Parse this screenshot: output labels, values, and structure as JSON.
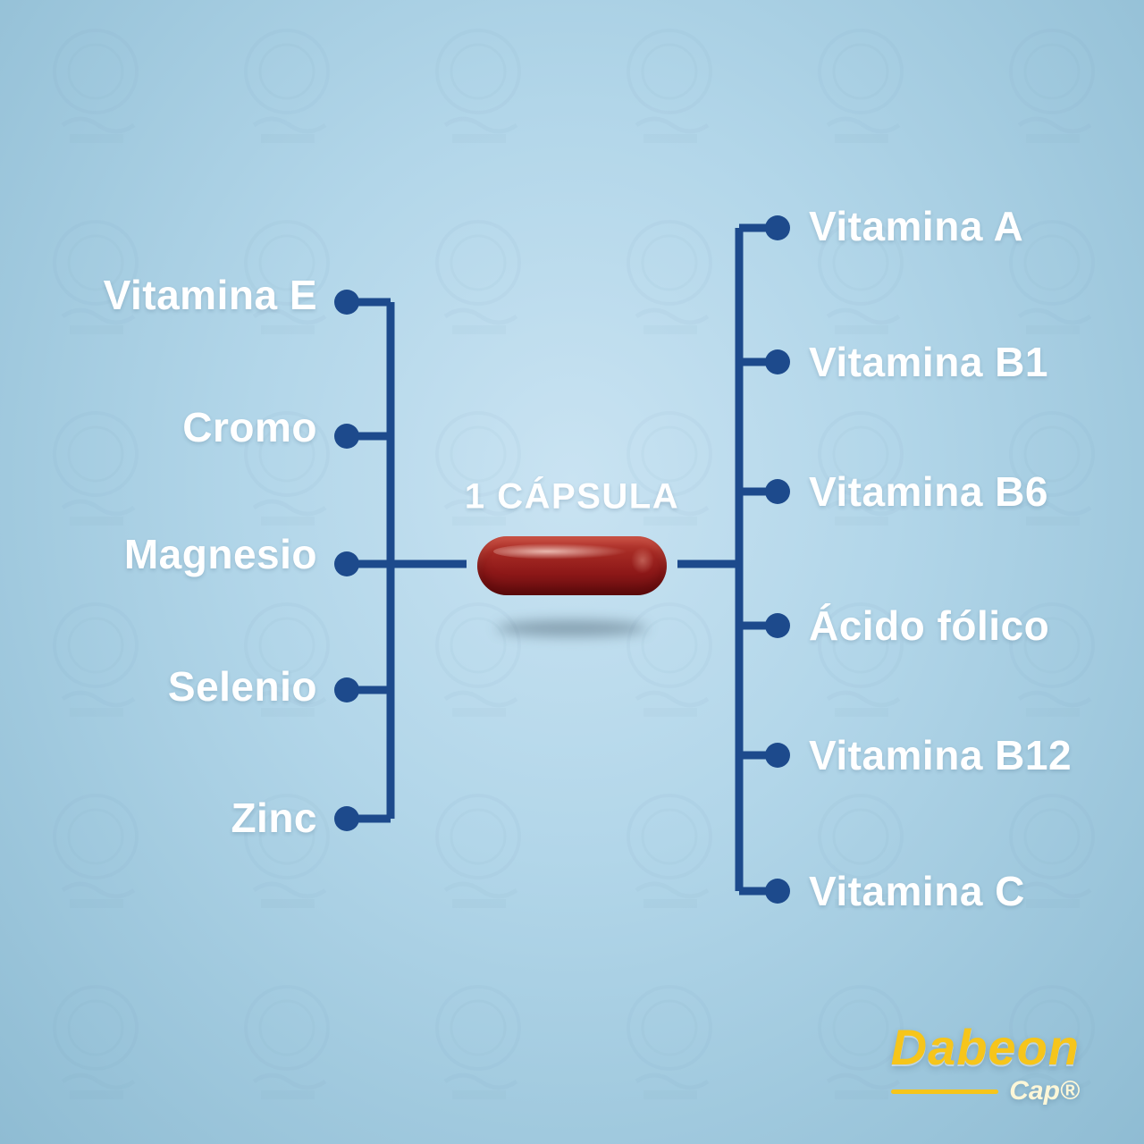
{
  "title": "1 CÁPSULA",
  "left_items": [
    {
      "label": "Vitamina E"
    },
    {
      "label": "Cromo"
    },
    {
      "label": "Magnesio"
    },
    {
      "label": "Selenio"
    },
    {
      "label": "Zinc"
    }
  ],
  "right_items": [
    {
      "label": "Vitamina A"
    },
    {
      "label": "Vitamina B1"
    },
    {
      "label": "Vitamina B6"
    },
    {
      "label": "Ácido fólico"
    },
    {
      "label": "Vitamina B12"
    },
    {
      "label": "Vitamina C"
    }
  ],
  "brand": {
    "name": "Dabeon",
    "cap": "Cap®"
  },
  "colors": {
    "connector_line": "#1d4a8c",
    "label_text": "#ffffff",
    "capsule_red": "#8e1818",
    "brand_yellow": "#f6c51b",
    "background_blue": "#a9cfe4"
  }
}
